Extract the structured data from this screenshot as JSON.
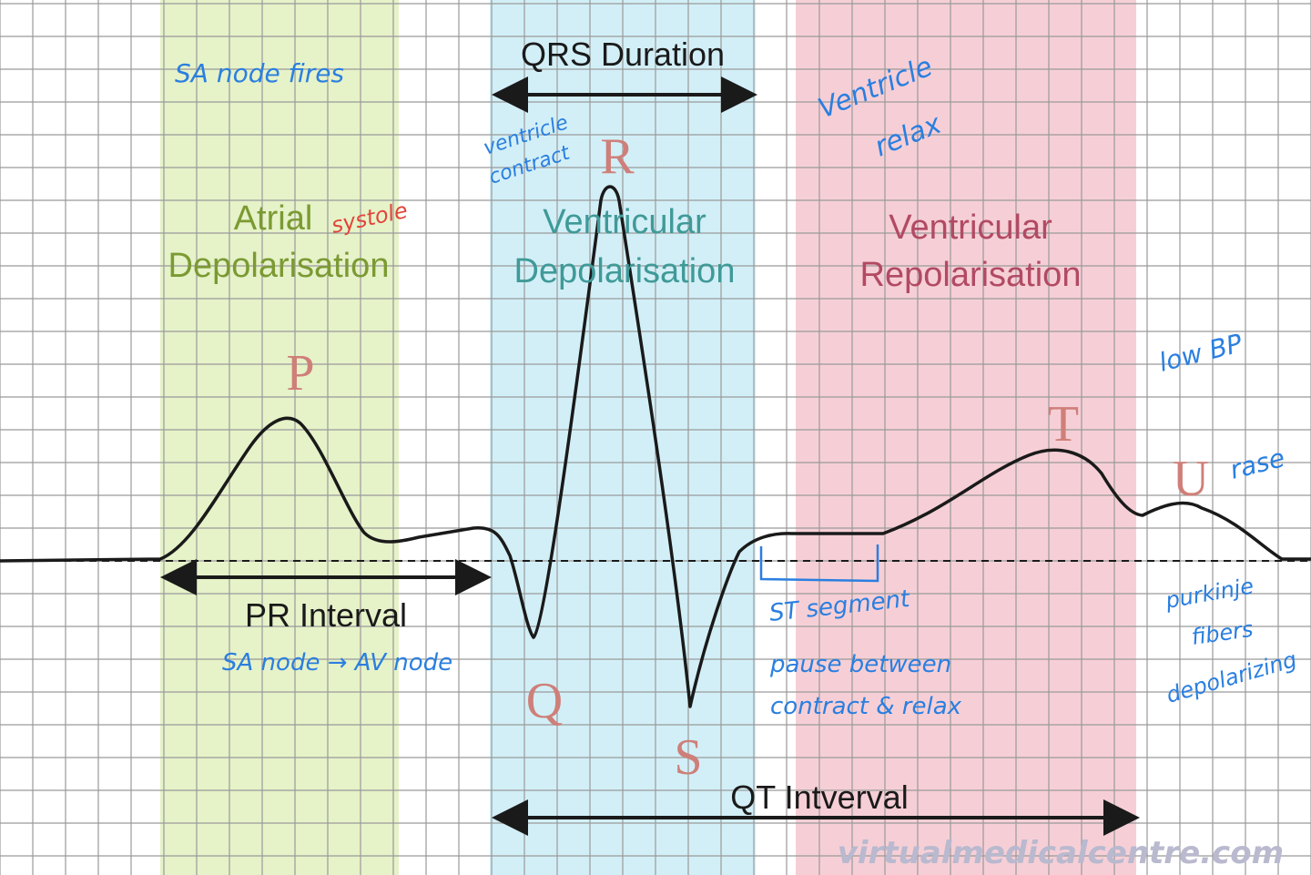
{
  "colors": {
    "grid": "#9a9a9a",
    "atrial_band": "#e6f2c8",
    "qrs_band": "#d2eff7",
    "repol_band": "#f6cfd6",
    "atrial_text": "#7b9a33",
    "ventricular_depol_text": "#3f9a98",
    "ventricular_repol_text": "#b24a63",
    "wave_letter": "#cf7f79",
    "ink": "#1a1a1a",
    "handwriting_blue": "#2a7fe0",
    "handwriting_red": "#e2453a",
    "watermark": "#b9b9cf"
  },
  "bands": {
    "atrial": "Atrial Depolarisation",
    "ventricular_depol": "Ventricular Depolarisation",
    "ventricular_repol": "Ventricular Repolarisation"
  },
  "labels": {
    "atrial_line1": "Atrial",
    "atrial_line2": "Depolarisation",
    "vdepol_line1": "Ventricular",
    "vdepol_line2": "Depolarisation",
    "vrepol_line1": "Ventricular",
    "vrepol_line2": "Repolarisation",
    "qrs_duration": "QRS Duration",
    "pr_interval": "PR Interval",
    "qt_interval": "QT Intverval",
    "wave_p": "P",
    "wave_q": "Q",
    "wave_r": "R",
    "wave_s": "S",
    "wave_t": "T",
    "wave_u": "U"
  },
  "annotations": {
    "sa_node_fires": "SA node fires",
    "systole": "systole",
    "ventricle_contract_1": "ventricle",
    "ventricle_contract_2": "contract",
    "ventricle_relax_1": "Ventricle",
    "ventricle_relax_2": "relax",
    "sa_to_av": "SA node → AV node",
    "st_segment": "ST segment",
    "pause_1": "pause between",
    "pause_2": "contract & relax",
    "low_bp": "low BP",
    "rase": "rase",
    "purkinje_1": "purkinje",
    "purkinje_2": "fibers",
    "purkinje_3": "depolarizing"
  },
  "watermark": "virtualmedicalcentre.com"
}
